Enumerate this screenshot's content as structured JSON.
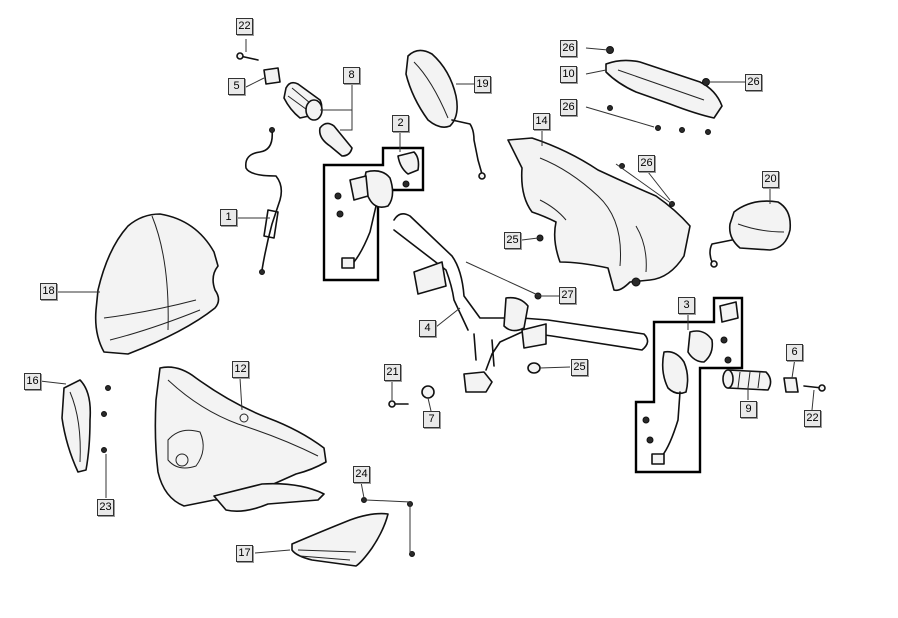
{
  "callouts": [
    {
      "id": "c1",
      "label": "1"
    },
    {
      "id": "c2",
      "label": "2"
    },
    {
      "id": "c3",
      "label": "3"
    },
    {
      "id": "c4",
      "label": "4"
    },
    {
      "id": "c5",
      "label": "5"
    },
    {
      "id": "c6",
      "label": "6"
    },
    {
      "id": "c7",
      "label": "7"
    },
    {
      "id": "c8",
      "label": "8"
    },
    {
      "id": "c9",
      "label": "9"
    },
    {
      "id": "c10",
      "label": "10"
    },
    {
      "id": "c12",
      "label": "12"
    },
    {
      "id": "c14",
      "label": "14"
    },
    {
      "id": "c16",
      "label": "16"
    },
    {
      "id": "c17",
      "label": "17"
    },
    {
      "id": "c18",
      "label": "18"
    },
    {
      "id": "c19",
      "label": "19"
    },
    {
      "id": "c20",
      "label": "20"
    },
    {
      "id": "c21",
      "label": "21"
    },
    {
      "id": "c22a",
      "label": "22"
    },
    {
      "id": "c22b",
      "label": "22"
    },
    {
      "id": "c23",
      "label": "23"
    },
    {
      "id": "c24",
      "label": "24"
    },
    {
      "id": "c25a",
      "label": "25"
    },
    {
      "id": "c25b",
      "label": "25"
    },
    {
      "id": "c26a",
      "label": "26"
    },
    {
      "id": "c26b",
      "label": "26"
    },
    {
      "id": "c26c",
      "label": "26"
    },
    {
      "id": "c26d",
      "label": "26"
    },
    {
      "id": "c27",
      "label": "27"
    }
  ]
}
